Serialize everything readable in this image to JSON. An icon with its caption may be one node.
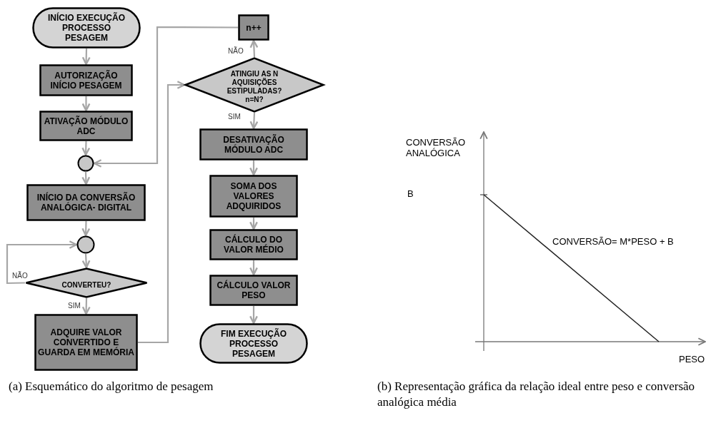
{
  "diagram": {
    "nodes": [
      {
        "text": [
          "INÍCIO EXECUÇÃO PROCESSO PESAGEM"
        ]
      },
      {
        "text": [
          "AUTORIZAÇÃO INÍCIO PESAGEM"
        ]
      },
      {
        "text": [
          "ATIVAÇÃO MÓDULO ADC"
        ]
      },
      {
        "text": [],
        "shape": "circle"
      },
      {
        "text": [
          "INÍCIO DA CONVERSÃO ANALÓGICA- DIGITAL"
        ]
      },
      {
        "text": [],
        "shape": "circle"
      },
      {
        "text": [
          "CONVERTEU?"
        ]
      },
      {
        "text": [
          "ADQUIRE VALOR CONVERTIDO E GUARDA EM MEMÓRIA"
        ]
      },
      {
        "text": [
          "n++"
        ]
      },
      {
        "text": [
          "ATINGIU AS N AQUISIÇÕES ESTIPULADAS? n=N?"
        ]
      },
      {
        "text": [
          "DESATIVAÇÃO MÓDULO ADC"
        ]
      },
      {
        "text": [
          "SOMA DOS VALORES ADQUIRIDOS"
        ]
      },
      {
        "text": [
          "CÁLCULO DO VALOR MÉDIO"
        ]
      },
      {
        "text": [
          "CÁLCULO VALOR PESO"
        ]
      },
      {
        "text": [
          "FIM EXECUÇÃO PROCESSO PESAGEM"
        ]
      }
    ],
    "edges": [
      {
        "from": 0,
        "to": 1,
        "arrow": "to"
      },
      {
        "from": 1,
        "to": 2,
        "arrow": "to"
      },
      {
        "from": 2,
        "to": 3,
        "arrow": "to"
      },
      {
        "from": 3,
        "to": 4,
        "arrow": "to"
      },
      {
        "from": 4,
        "to": 5,
        "arrow": "to"
      },
      {
        "from": 5,
        "to": 6,
        "arrow": "to"
      },
      {
        "from": 6,
        "to": 5,
        "arrow": "to",
        "label": "NÃO"
      },
      {
        "from": 6,
        "to": 7,
        "arrow": "to",
        "label": "SIM"
      },
      {
        "from": 7,
        "to": 9,
        "arrow": "to"
      },
      {
        "from": 9,
        "to": 8,
        "arrow": "to",
        "label": "NÃO"
      },
      {
        "from": 8,
        "to": 3,
        "arrow": "to"
      },
      {
        "from": 9,
        "to": 10,
        "arrow": "to",
        "label": "SIM"
      },
      {
        "from": 10,
        "to": 11,
        "arrow": "to"
      },
      {
        "from": 11,
        "to": 12,
        "arrow": "to"
      },
      {
        "from": 12,
        "to": 13,
        "arrow": "to"
      },
      {
        "from": 13,
        "to": 14,
        "arrow": "to"
      }
    ],
    "labels": [
      "CONVERSÃO ANALÓGICA",
      "B",
      "CONVERSÃO= M*PESO + B",
      "PESO",
      "(a) Esquemático do algoritmo de pesagem",
      "(b) Representação gráfica da relação ideal entre peso e conversão analógica média"
    ]
  }
}
